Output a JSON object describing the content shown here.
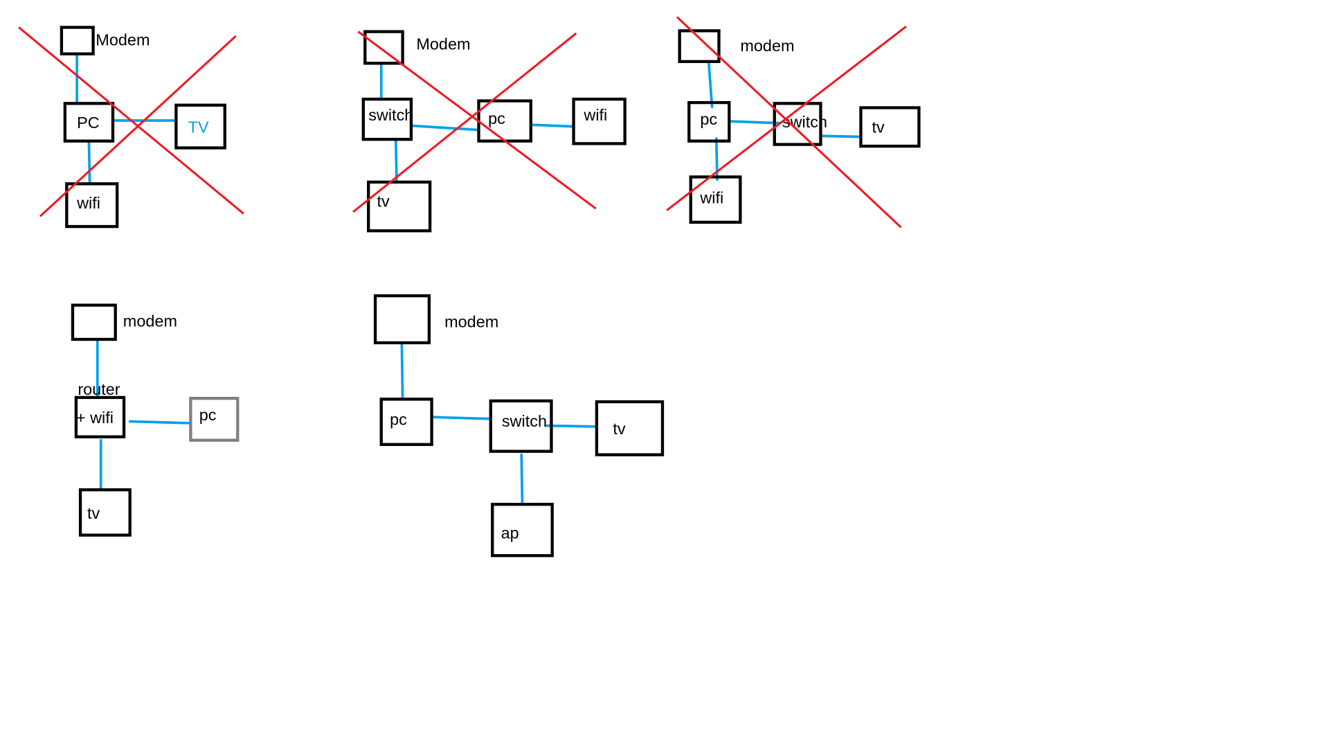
{
  "colors": {
    "link": "#00a2e8",
    "cross": "#ed1c24",
    "box": "#000000",
    "gray_box": "#7f7f7f"
  },
  "diagrams": [
    {
      "status": "crossed-out",
      "labels": {
        "modem": "Modem",
        "pc": "PC",
        "tv": "TV",
        "wifi": "wifi"
      }
    },
    {
      "status": "crossed-out",
      "labels": {
        "modem": "Modem",
        "switch": "switch",
        "pc": "pc",
        "wifi": "wifi",
        "tv": "tv"
      }
    },
    {
      "status": "crossed-out",
      "labels": {
        "modem": "modem",
        "pc": "pc",
        "switch": "switch",
        "tv": "tv",
        "wifi": "wifi"
      }
    },
    {
      "status": "option",
      "labels": {
        "modem": "modem",
        "router": "router",
        "wifi": "+ wifi",
        "pc": "pc",
        "tv": "tv"
      }
    },
    {
      "status": "option",
      "labels": {
        "modem": "modem",
        "pc": "pc",
        "switch": "switch",
        "tv": "tv",
        "ap": "ap"
      }
    }
  ]
}
